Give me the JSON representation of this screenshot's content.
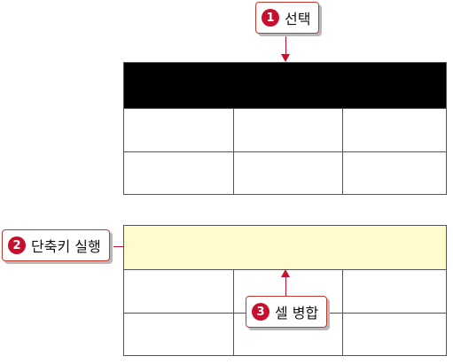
{
  "steps": [
    {
      "number": "1",
      "label": "선택"
    },
    {
      "number": "2",
      "label": "단축키 실행"
    },
    {
      "number": "3",
      "label": "셀 병합"
    }
  ],
  "tables": {
    "before": {
      "rows": 3,
      "columns": 3,
      "selected_row": 1,
      "selected_fill": "#000000"
    },
    "after": {
      "rows": 3,
      "columns": 3,
      "merged_row": 1,
      "merged_fill": "#fffbcc"
    }
  },
  "colors": {
    "accent": "#c8102e",
    "table_border": "#555555"
  }
}
